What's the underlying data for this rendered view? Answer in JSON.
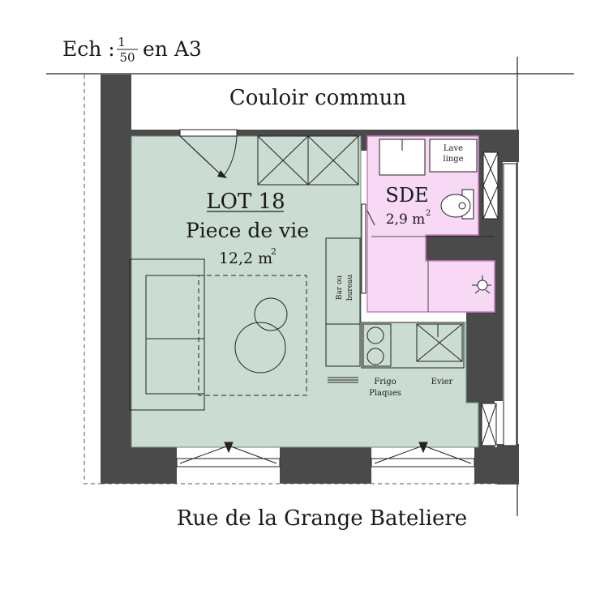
{
  "scale": {
    "prefix": "Ech :",
    "num": "1",
    "den": "50",
    "suffix": "en A3"
  },
  "plan": {
    "corridor_label": "Couloir commun",
    "street_label": "Rue de la Grange Bateliere",
    "lot": {
      "title": "LOT 18",
      "room": "Piece de vie",
      "area": "12,2 m",
      "area_sup": "2"
    },
    "bathroom": {
      "title": "SDE",
      "area": "2,9 m",
      "area_sup": "2",
      "washer_line1": "Lave",
      "washer_line2": "linge"
    },
    "bar": {
      "line1": "Bar ou",
      "line2": "bureau"
    },
    "kitchen": {
      "frigo": "Frigo",
      "plaques": "Plaques",
      "evier": "Evier"
    },
    "colors": {
      "wall": "#4a4a4a",
      "floor": "#cbdcd3",
      "bathroom": "#f7d8f5",
      "bathroom_stroke": "#c77fc0",
      "line": "#222222"
    }
  }
}
